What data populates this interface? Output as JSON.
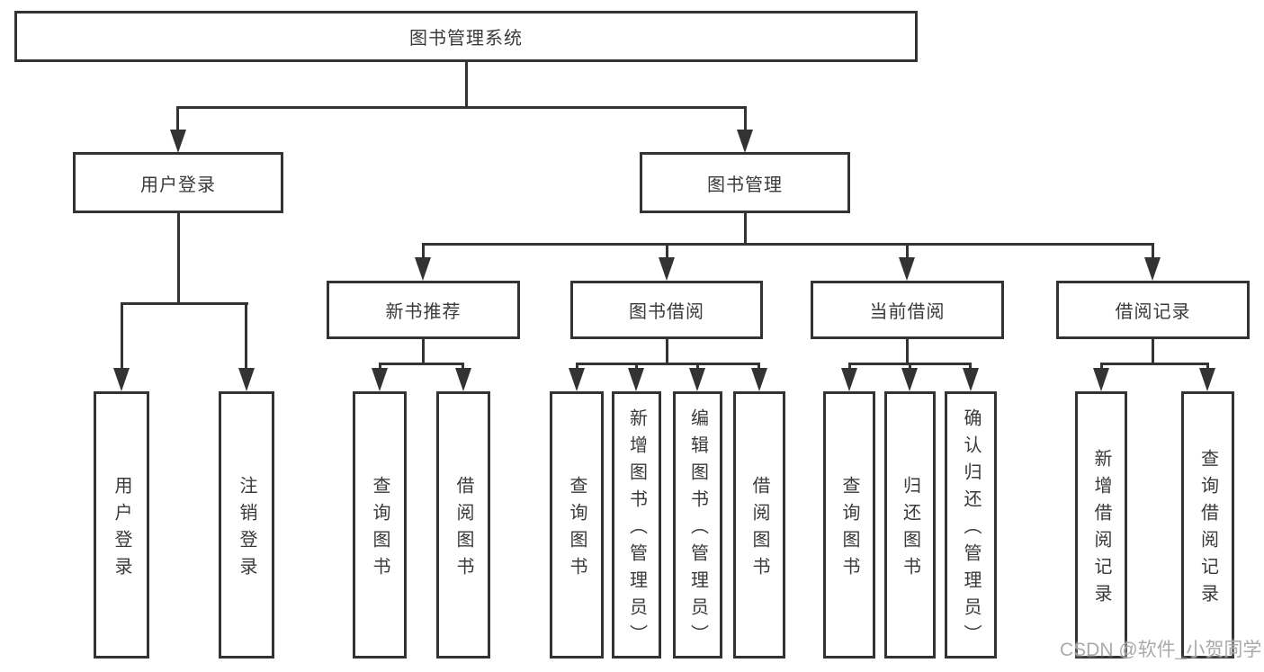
{
  "diagram": {
    "nodes": {
      "root": {
        "label": "图书管理系统"
      },
      "level2": [
        {
          "label": "用户登录"
        },
        {
          "label": "图书管理"
        }
      ],
      "level3": [
        {
          "label": "新书推荐"
        },
        {
          "label": "图书借阅"
        },
        {
          "label": "当前借阅"
        },
        {
          "label": "借阅记录"
        }
      ],
      "leaves": [
        {
          "label": "用户登录"
        },
        {
          "label": "注销登录"
        },
        {
          "label": "查询图书"
        },
        {
          "label": "借阅图书"
        },
        {
          "label": "查询图书"
        },
        {
          "label": "新增图书（管理员）"
        },
        {
          "label": "编辑图书（管理员）"
        },
        {
          "label": "借阅图书"
        },
        {
          "label": "查询图书"
        },
        {
          "label": "归还图书"
        },
        {
          "label": "确认归还（管理员）"
        },
        {
          "label": "新增借阅记录"
        },
        {
          "label": "查询借阅记录"
        }
      ]
    },
    "watermark": "CSDN @软件_小贺同学",
    "colors": {
      "line": "#333333",
      "text": "#3a3a3a",
      "background": "#ffffff",
      "watermark": "#a5a5a5"
    }
  }
}
